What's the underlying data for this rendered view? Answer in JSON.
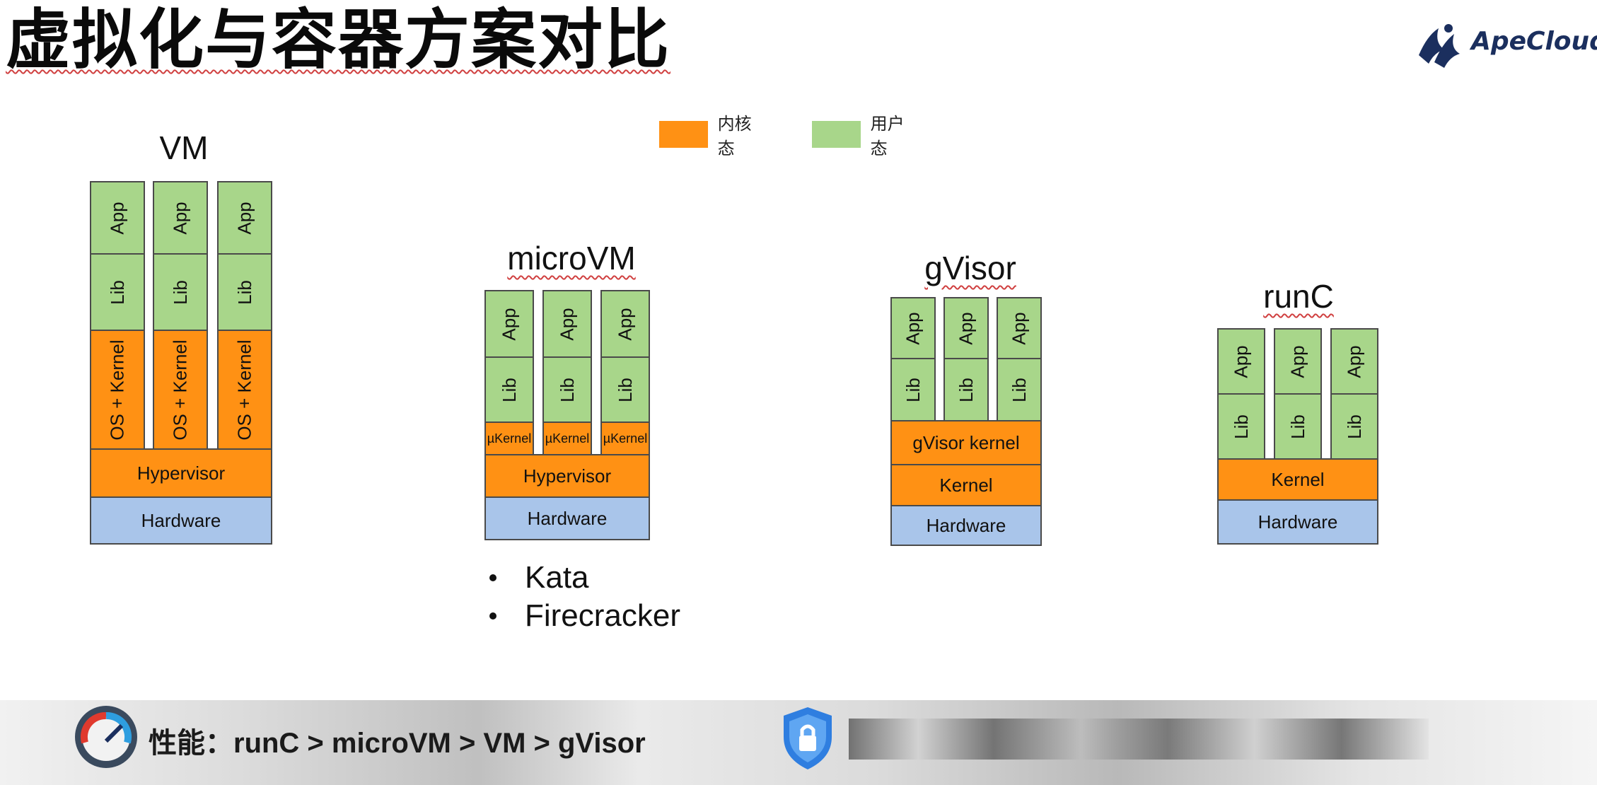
{
  "title": "虚拟化与容器方案对比",
  "logo": {
    "text": "ApeCloud"
  },
  "legend": [
    {
      "label": "内核态",
      "color": "#ff9114"
    },
    {
      "label": "用户态",
      "color": "#a8d68a"
    }
  ],
  "colors": {
    "user": "#a8d68a",
    "kernel": "#ff9114",
    "hardware": "#a9c5ea"
  },
  "groups": {
    "vm": {
      "title": "VM",
      "app": "App",
      "lib": "Lib",
      "guest_kernel": "OS + Kernel",
      "hypervisor": "Hypervisor",
      "hardware": "Hardware"
    },
    "microvm": {
      "title": "microVM",
      "app": "App",
      "lib": "Lib",
      "guest_kernel": "µKernel",
      "hypervisor": "Hypervisor",
      "hardware": "Hardware"
    },
    "gvisor": {
      "title": "gVisor",
      "app": "App",
      "lib": "Lib",
      "gvisor_kernel": "gVisor kernel",
      "kernel": "Kernel",
      "hardware": "Hardware"
    },
    "runc": {
      "title": "runC",
      "app": "App",
      "lib": "Lib",
      "kernel": "Kernel",
      "hardware": "Hardware"
    }
  },
  "microvm_examples": [
    "Kata",
    "Firecracker"
  ],
  "footer": {
    "performance": "性能：runC > microVM > VM > gVisor",
    "performance_icon": "speedometer-gear-icon",
    "security_icon": "shield-lock-icon"
  }
}
